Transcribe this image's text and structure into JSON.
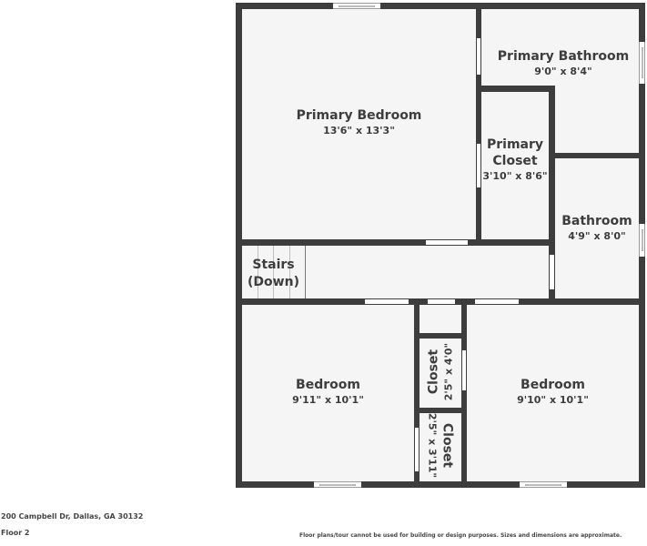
{
  "floor_plan": {
    "rooms": [
      {
        "name": "Primary Bedroom",
        "dimensions": "13'6\" x 13'3\""
      },
      {
        "name": "Primary Bathroom",
        "dimensions": "9'0\" x 8'4\""
      },
      {
        "name": "Primary Closet",
        "name_line1": "Primary",
        "name_line2": "Closet",
        "dimensions": "3'10\" x 8'6\""
      },
      {
        "name": "Bathroom",
        "dimensions": "4'9\" x 8'0\""
      },
      {
        "name": "Stairs (Down)",
        "name_line1": "Stairs",
        "name_line2": "(Down)"
      },
      {
        "name": "Bedroom",
        "dimensions": "9'11\" x 10'1\""
      },
      {
        "name": "Closet",
        "dimensions": "2'5\" x 4'0\""
      },
      {
        "name": "Closet",
        "dimensions": "2'5\" x 3'11\""
      },
      {
        "name": "Bedroom",
        "dimensions": "9'10\" x 10'1\""
      }
    ]
  },
  "footer": {
    "address": "200 Campbell Dr, Dallas, GA 30132",
    "floor": "Floor 2",
    "disclaimer": "Floor plans/tour cannot be used for building or design purposes. Sizes and dimensions are approximate."
  },
  "colors": {
    "wall": "#3d3d3d",
    "floor": "#f5f5f5",
    "text": "#3d3d3d"
  }
}
